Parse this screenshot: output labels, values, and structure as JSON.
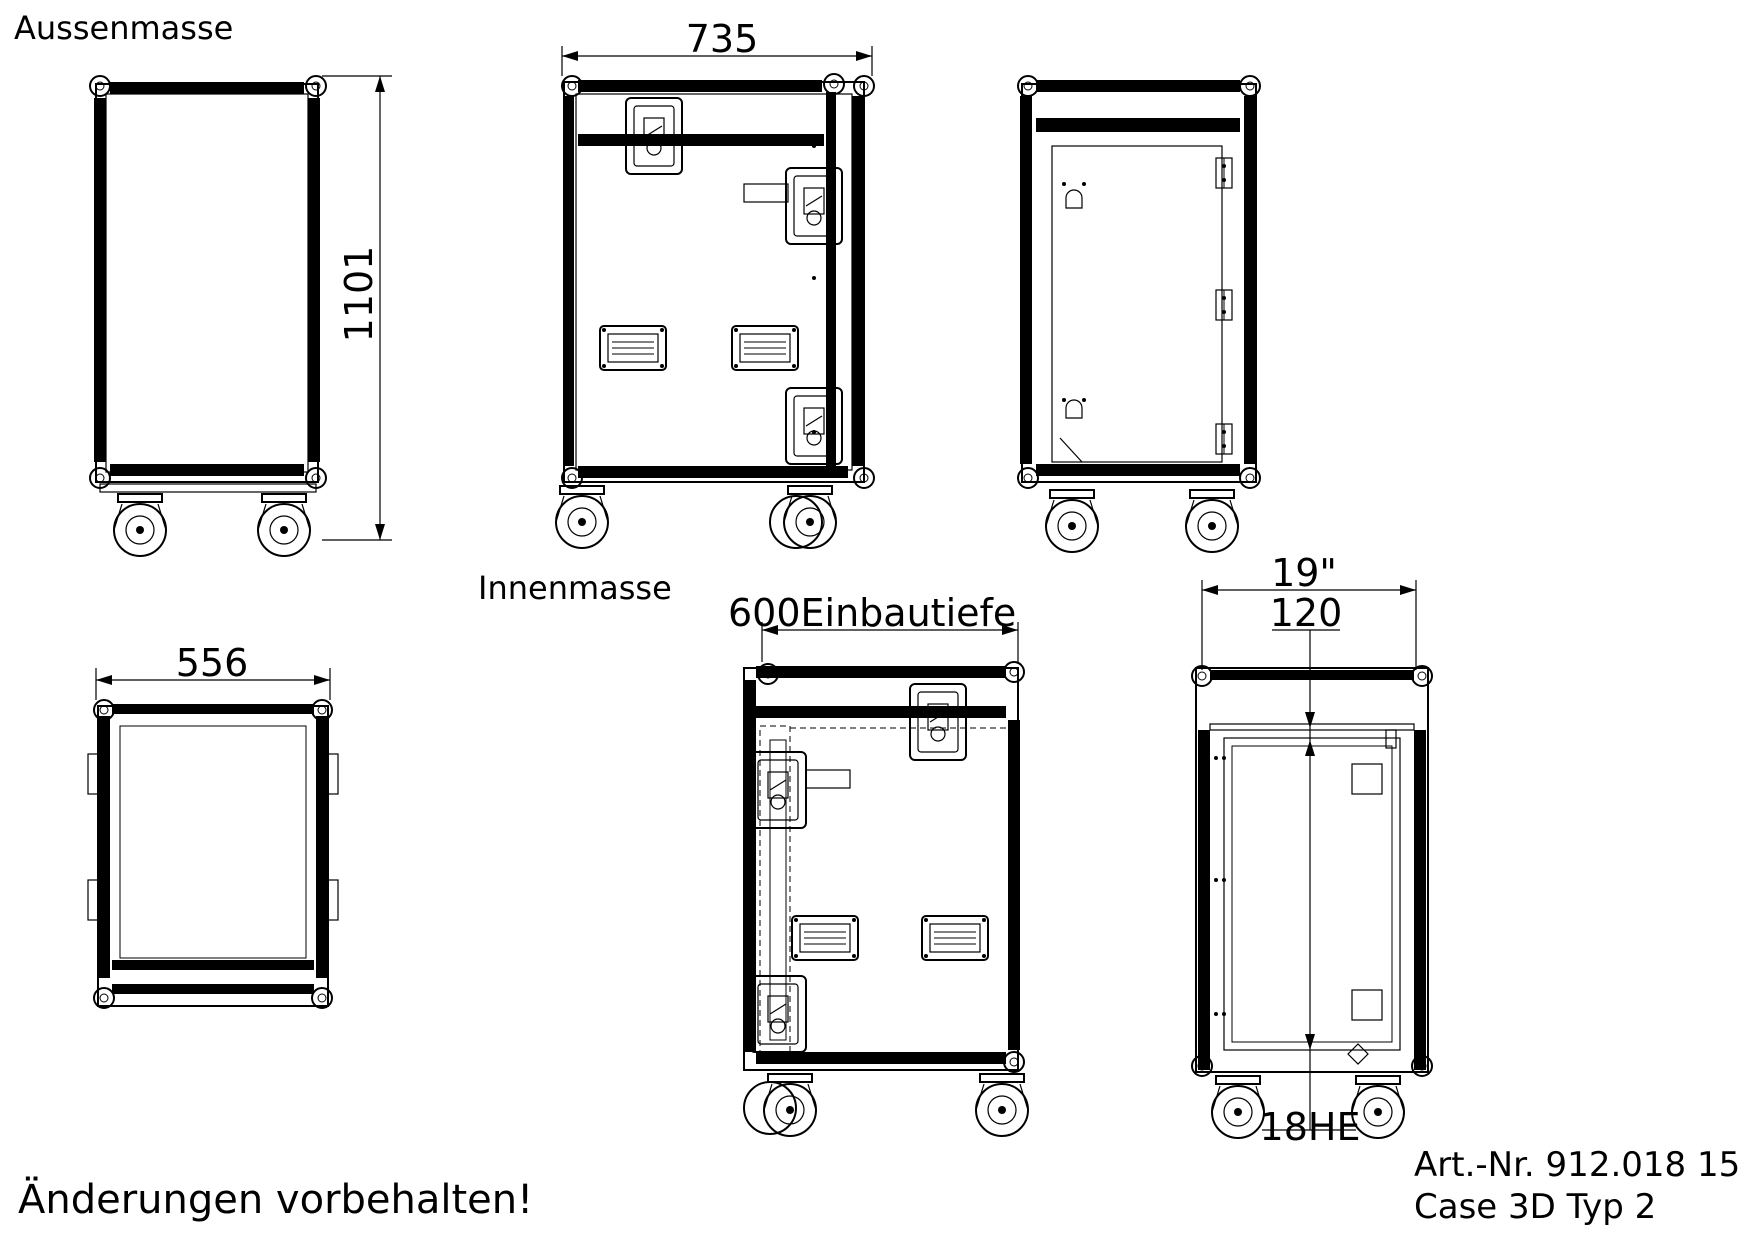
{
  "labels": {
    "aussenmasse": "Aussenmasse",
    "innenmasse": "Innenmasse",
    "aenderungen": "Änderungen vorbehalten!",
    "art_nr": "Art.-Nr.  912.018 15",
    "case_type": "Case 3D Typ 2"
  },
  "dimensions": {
    "width_outer": "735",
    "height_outer": "1101",
    "width_inner": "556",
    "depth_inner": "600Einbautiefe",
    "rack_width": "19\"",
    "rack_offset": "120",
    "rack_units": "18HE"
  }
}
